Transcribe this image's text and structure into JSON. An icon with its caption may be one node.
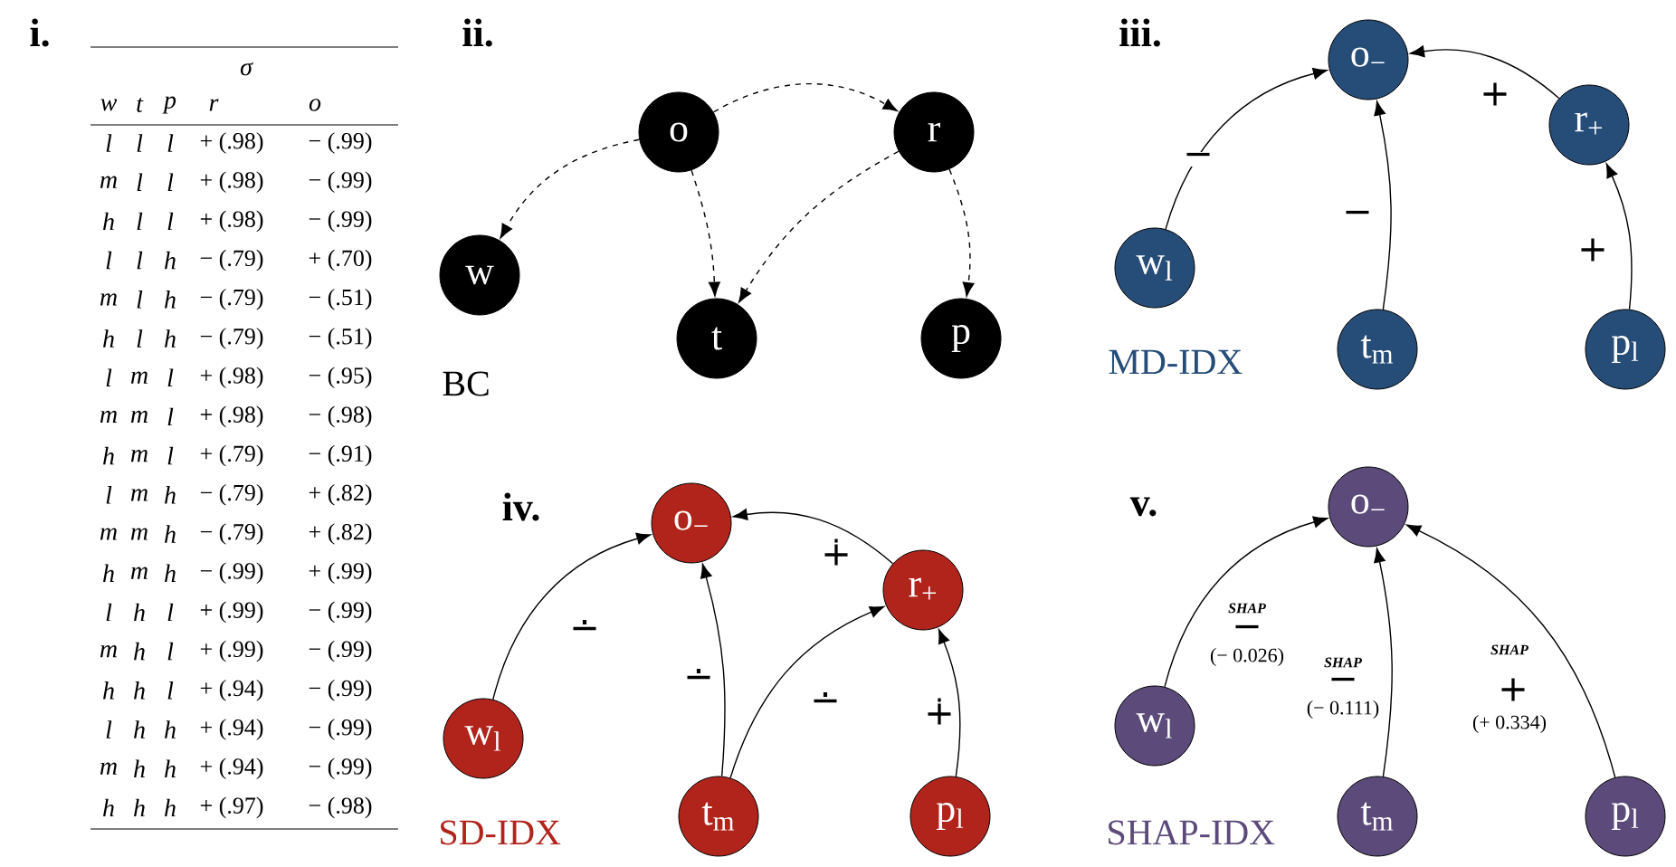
{
  "diagram": {
    "nodes": [
      {
        "text": [
          "o"
        ]
      },
      {
        "text": [
          "r"
        ]
      },
      {
        "text": [
          "w"
        ]
      },
      {
        "text": [
          "t"
        ]
      },
      {
        "text": [
          "p"
        ]
      },
      {
        "text": [
          "o$_{−}$"
        ]
      },
      {
        "text": [
          "r$_{+}$"
        ]
      },
      {
        "text": [
          "w$_{l}$"
        ]
      },
      {
        "text": [
          "t$_{m}$"
        ]
      },
      {
        "text": [
          "p$_{l}$"
        ]
      },
      {
        "text": [
          "o$_{−}$"
        ]
      },
      {
        "text": [
          "r$_{+}$"
        ]
      },
      {
        "text": [
          "w$_{l}$"
        ]
      },
      {
        "text": [
          "t$_{m}$"
        ]
      },
      {
        "text": [
          "p$_{l}$"
        ]
      },
      {
        "text": [
          "o$_{−}$"
        ]
      },
      {
        "text": [
          "w$_{l}$"
        ]
      },
      {
        "text": [
          "t$_{m}$"
        ]
      },
      {
        "text": [
          "p$_{l}$"
        ]
      }
    ],
    "edges": [
      {
        "from": 0,
        "to": 2,
        "arrow": "to",
        "style": "dashed"
      },
      {
        "from": 0,
        "to": 3,
        "arrow": "to",
        "style": "dashed"
      },
      {
        "from": 0,
        "to": 1,
        "arrow": "to",
        "style": "dashed"
      },
      {
        "from": 1,
        "to": 3,
        "arrow": "to",
        "style": "dashed"
      },
      {
        "from": 1,
        "to": 4,
        "arrow": "to",
        "style": "dashed"
      },
      {
        "from": 7,
        "to": 5,
        "arrow": "to",
        "label": "−"
      },
      {
        "from": 8,
        "to": 5,
        "arrow": "to",
        "label": "−"
      },
      {
        "from": 6,
        "to": 5,
        "arrow": "to",
        "label": "+"
      },
      {
        "from": 9,
        "to": 6,
        "arrow": "to",
        "label": "+"
      },
      {
        "from": 12,
        "to": 10,
        "arrow": "to",
        "label": "∸"
      },
      {
        "from": 13,
        "to": 10,
        "arrow": "to",
        "label": "∸"
      },
      {
        "from": 11,
        "to": 10,
        "arrow": "to",
        "label": "∔"
      },
      {
        "from": 13,
        "to": 11,
        "arrow": "to",
        "label": "∸"
      },
      {
        "from": 14,
        "to": 11,
        "arrow": "to",
        "label": "∔"
      },
      {
        "from": 16,
        "to": 15,
        "arrow": "to",
        "label": "−"
      },
      {
        "from": 17,
        "to": 15,
        "arrow": "to",
        "label": "−"
      },
      {
        "from": 18,
        "to": 15,
        "arrow": "to",
        "label": "+"
      }
    ],
    "labels": [
      "i.",
      "σ",
      "w",
      "t",
      "p",
      "r",
      "o",
      "l",
      "l",
      "l",
      "+ (.98)",
      "− (.99)",
      "m",
      "l",
      "l",
      "+ (.98)",
      "− (.99)",
      "h",
      "l",
      "l",
      "+ (.98)",
      "− (.99)",
      "l",
      "l",
      "h",
      "− (.79)",
      "+ (.70)",
      "m",
      "l",
      "h",
      "− (.79)",
      "− (.51)",
      "h",
      "l",
      "h",
      "− (.79)",
      "− (.51)",
      "l",
      "m",
      "l",
      "+ (.98)",
      "− (.95)",
      "m",
      "m",
      "l",
      "+ (.98)",
      "− (.98)",
      "h",
      "m",
      "l",
      "+ (.79)",
      "− (.91)",
      "l",
      "m",
      "h",
      "− (.79)",
      "+ (.82)",
      "m",
      "m",
      "h",
      "− (.79)",
      "+ (.82)",
      "h",
      "m",
      "h",
      "− (.99)",
      "+ (.99)",
      "l",
      "h",
      "l",
      "+ (.99)",
      "− (.99)",
      "m",
      "h",
      "l",
      "+ (.99)",
      "− (.99)",
      "h",
      "h",
      "l",
      "+ (.94)",
      "− (.99)",
      "l",
      "h",
      "h",
      "+ (.94)",
      "− (.99)",
      "m",
      "h",
      "h",
      "+ (.94)",
      "− (.99)",
      "h",
      "h",
      "h",
      "+ (.97)",
      "− (.98)",
      "ii.",
      "BC",
      "iii.",
      "MD-IDX",
      "iv.",
      "SD-IDX",
      "v.",
      "SHAP-IDX",
      "SHAP",
      "(− 0.026)",
      "SHAP",
      "(− 0.111)",
      "SHAP",
      "(+ 0.334)"
    ]
  }
}
